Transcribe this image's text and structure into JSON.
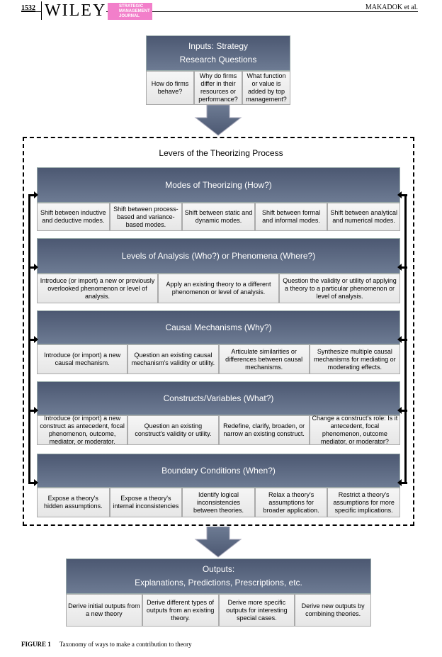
{
  "header": {
    "page": "1532",
    "publisher": "WILEY",
    "journal_logo": "STRATEGIC MANAGEMENT JOURNAL",
    "authors": "MAKADOK et al."
  },
  "inputs": {
    "title": "Inputs: Strategy Research Questions",
    "items": [
      "How do firms behave?",
      "Why do firms differ in their resources or performance?",
      "What function or value is added by top management?"
    ]
  },
  "levers_title": "Levers of the Theorizing Process",
  "sections": [
    {
      "title": "Modes of Theorizing (How?)",
      "items": [
        "Shift between inductive and deductive modes.",
        "Shift between process-based and variance-based modes.",
        "Shift between static and dynamic modes.",
        "Shift between formal and informal modes.",
        "Shift between analytical and numerical modes."
      ]
    },
    {
      "title": "Levels of Analysis (Who?) or Phenomena (Where?)",
      "items": [
        "Introduce (or import) a new or previously overlooked phenomenon or level of analysis.",
        "Apply an existing theory to a different phenomenon or level of analysis.",
        "Question the validity or utility of applying a theory to a particular phenomenon or level of analysis."
      ]
    },
    {
      "title": "Causal Mechanisms (Why?)",
      "items": [
        "Introduce (or import) a new causal mechanism.",
        "Question an existing causal mechanism's validity or utility.",
        "Articulate similarities or differences between causal mechanisms.",
        "Synthesize multiple causal mechanisms for mediating or moderating effects."
      ]
    },
    {
      "title": "Constructs/Variables (What?)",
      "items": [
        "Introduce (or import) a new construct as antecedent, focal phenomenon, outcome, mediator, or moderator.",
        "Question an existing construct's validity or utility.",
        "Redefine, clarify, broaden, or narrow an existing construct.",
        "Change a construct's role: Is it antecedent, focal phenomenon, outcome mediator, or moderator?"
      ]
    },
    {
      "title": "Boundary Conditions (When?)",
      "items": [
        "Expose a theory's hidden assumptions.",
        "Expose a theory's internal inconsistencies",
        "Identify logical inconsistencies between theories.",
        "Relax a theory's assumptions for broader application.",
        "Restrict a theory's assumptions for more specific implications."
      ]
    }
  ],
  "outputs": {
    "title": "Outputs: Explanations, Predictions, Prescriptions, etc.",
    "title_line1": "Outputs:",
    "title_line2": "Explanations, Predictions, Prescriptions, etc.",
    "items": [
      "Derive initial outputs from a new theory",
      "Derive different types of outputs from an existing theory.",
      "Derive more specific outputs for interesting special cases.",
      "Derive new outputs by combining theories."
    ]
  },
  "caption": {
    "label": "FIGURE 1",
    "text": "Taxonomy of ways to make a contribution to theory"
  },
  "colors": {
    "header_dark": "#4c5872",
    "header_light": "#6d7b93",
    "cell": "#eeeeee",
    "logo": "#f27fca"
  }
}
